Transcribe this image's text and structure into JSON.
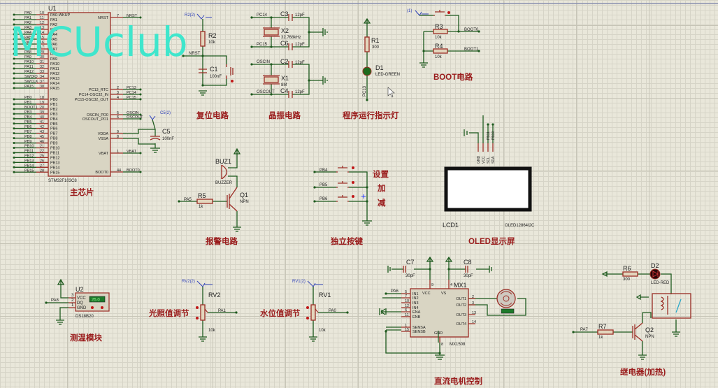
{
  "watermark": "MCUclub",
  "colors": {
    "wire": "#1e5a1e",
    "component": "#9c2e26",
    "title": "#9a1c1c",
    "watermark": "#3fe6cc",
    "background": "#e9e7da"
  },
  "mcu": {
    "ref": "U1",
    "part": "STM32F103C8",
    "title": "主芯片",
    "left_pins": [
      {
        "net": "PA0",
        "num": "10",
        "name": "PA0-WKUP"
      },
      {
        "net": "PA1",
        "num": "11",
        "name": "PA1"
      },
      {
        "net": "PA2",
        "num": "12",
        "name": "PA2"
      },
      {
        "net": "PA3",
        "num": "13",
        "name": "PA3"
      },
      {
        "net": "PA4",
        "num": "14",
        "name": "PA4"
      },
      {
        "net": "PA5",
        "num": "15",
        "name": "PA5"
      },
      {
        "net": "PA6",
        "num": "16",
        "name": "PA6"
      },
      {
        "net": "PA7",
        "num": "17",
        "name": "PA7"
      },
      {
        "net": "PA8",
        "num": "29",
        "name": "PA8"
      },
      {
        "net": "PA9",
        "num": "30",
        "name": "PA9"
      },
      {
        "net": "PA10",
        "num": "31",
        "name": "PA10"
      },
      {
        "net": "PA11",
        "num": "32",
        "name": "PA11"
      },
      {
        "net": "PA12",
        "num": "33",
        "name": "PA12"
      },
      {
        "net": "SWDIO",
        "num": "34",
        "name": "PA13"
      },
      {
        "net": "SWCLK",
        "num": "37",
        "name": "PA14"
      },
      {
        "net": "PA15",
        "num": "38",
        "name": "PA15"
      },
      {
        "net": "PB0",
        "num": "18",
        "name": "PB0"
      },
      {
        "net": "PB1",
        "num": "19",
        "name": "PB1"
      },
      {
        "net": "BOOT1",
        "num": "20",
        "name": "PB2"
      },
      {
        "net": "PB3",
        "num": "39",
        "name": "PB3"
      },
      {
        "net": "PB4",
        "num": "40",
        "name": "PB4"
      },
      {
        "net": "PB5",
        "num": "41",
        "name": "PB5"
      },
      {
        "net": "PB6",
        "num": "42",
        "name": "PB6"
      },
      {
        "net": "PB7",
        "num": "43",
        "name": "PB7"
      },
      {
        "net": "PB8",
        "num": "45",
        "name": "PB8"
      },
      {
        "net": "PB9",
        "num": "46",
        "name": "PB9"
      },
      {
        "net": "PB10",
        "num": "21",
        "name": "PB10"
      },
      {
        "net": "PB11",
        "num": "22",
        "name": "PB11"
      },
      {
        "net": "PB12",
        "num": "25",
        "name": "PB12"
      },
      {
        "net": "PB13",
        "num": "26",
        "name": "PB13"
      },
      {
        "net": "PB14",
        "num": "27",
        "name": "PB14"
      },
      {
        "net": "PB15",
        "num": "28",
        "name": "PB15"
      }
    ],
    "right_pins": [
      {
        "net": "NRST",
        "num": "7",
        "name": "NRST"
      },
      {
        "net": "PC13",
        "num": "2",
        "name": "PC13_RTC"
      },
      {
        "net": "PC14",
        "num": "3",
        "name": "PC14-OSC32_IN"
      },
      {
        "net": "PC15",
        "num": "4",
        "name": "PC15-OSC32_OUT"
      },
      {
        "net": "OSCIN",
        "num": "5",
        "name": "OSCIN_PD0"
      },
      {
        "net": "OSCOUT",
        "num": "6",
        "name": "OSCOUT_PD1"
      },
      {
        "net": "",
        "num": "9",
        "name": "VDDA"
      },
      {
        "net": "",
        "num": "8",
        "name": "VSSA"
      },
      {
        "net": "VBAT",
        "num": "1",
        "name": "VBAT"
      },
      {
        "net": "BOOT0",
        "num": "44",
        "name": "BOOT0"
      }
    ],
    "c5": {
      "ref": "C5",
      "value": "100nF",
      "probe": "C5(2)"
    }
  },
  "reset": {
    "title": "复位电路",
    "probe": "R2(2)",
    "r_ref": "R2",
    "r_val": "10k",
    "net": "NRST",
    "c_ref": "C1",
    "c_val": "100nF"
  },
  "crystal": {
    "title": "晶振电路",
    "nets": [
      "PC14",
      "PC15",
      "OSCIN",
      "OSCOUT"
    ],
    "caps": [
      {
        "ref": "C3",
        "val": "12pF"
      },
      {
        "ref": "C6",
        "val": "12pF"
      },
      {
        "ref": "C2",
        "val": "12pF"
      },
      {
        "ref": "C4",
        "val": "12pF"
      }
    ],
    "x2": {
      "ref": "X2",
      "val": "32.768kHz"
    },
    "x1": {
      "ref": "X1",
      "val": "8M"
    }
  },
  "led": {
    "title": "程序运行指示灯",
    "r_ref": "R1",
    "r_val": "300",
    "d_ref": "D1",
    "d_val": "LED-GREEN",
    "net": "PC13"
  },
  "boot": {
    "title": "BOOT电路",
    "probe": "(1)",
    "r3": {
      "ref": "R3",
      "val": "10k"
    },
    "r4": {
      "ref": "R4",
      "val": "10k"
    },
    "net0": "BOOT0",
    "net1": "BOOT1"
  },
  "alarm": {
    "title": "报警电路",
    "buz_ref": "BUZ1",
    "buz_val": "BUZZER",
    "r_ref": "R5",
    "r_val": "1k",
    "net": "PA5",
    "q_ref": "Q1",
    "q_val": "NPN"
  },
  "keys": {
    "title": "独立按键",
    "nets": [
      "PB4",
      "PB5",
      "PB6"
    ],
    "labels": [
      "设置",
      "加",
      "减"
    ]
  },
  "oled": {
    "title": "OLED显示屏",
    "ref": "LCD1",
    "part": "OLED12864I2C",
    "pins": [
      "GND",
      "VCC",
      "SCL",
      "SDA"
    ],
    "pin_nets": [
      "PB11",
      "PB10"
    ]
  },
  "temp": {
    "title": "测温模块",
    "ref": "U2",
    "part": "DS18B20",
    "net": "PA8",
    "pins": [
      {
        "num": "3",
        "name": "VCC"
      },
      {
        "num": "2",
        "name": "DQ"
      },
      {
        "num": "1",
        "name": "GND"
      }
    ],
    "display": "25.0"
  },
  "light": {
    "title": "光照值调节",
    "probe": "RV2(2)",
    "ref": "RV2",
    "val": "10k",
    "net": "PA1"
  },
  "water": {
    "title": "水位值调节",
    "probe": "RV1(2)",
    "ref": "RV1",
    "val": "10k",
    "net": "PA0"
  },
  "motor": {
    "title": "直流电机控制",
    "ref": "MX1",
    "part": "MX1508",
    "net": "PA6",
    "c7": {
      "ref": "C7",
      "val": "30pF"
    },
    "c8": {
      "ref": "C8",
      "val": "30pF"
    },
    "left_pins": [
      {
        "num": "5",
        "name": "IN1"
      },
      {
        "num": "7",
        "name": "IN2"
      },
      {
        "num": "10",
        "name": "IN3"
      },
      {
        "num": "12",
        "name": "IN4"
      },
      {
        "num": "6",
        "name": "ENA"
      },
      {
        "num": "11",
        "name": "ENB"
      },
      {
        "num": "1",
        "name": "SENSA"
      },
      {
        "num": "15",
        "name": "SENSB"
      }
    ],
    "right_pins": [
      {
        "num": "2",
        "name": "OUT1"
      },
      {
        "num": "3",
        "name": "OUT2"
      },
      {
        "num": "13",
        "name": "OUT3"
      },
      {
        "num": "14",
        "name": "OUT4"
      }
    ],
    "top_pins": [
      {
        "num": "9",
        "name": "VCC"
      },
      {
        "num": "4",
        "name": "VS"
      }
    ],
    "gnd_pin": {
      "num": "8",
      "name": "GND"
    }
  },
  "relay": {
    "title": "继电器(加热)",
    "r6": {
      "ref": "R6",
      "val": "300"
    },
    "d2": {
      "ref": "D2",
      "val": "LED-RED"
    },
    "r7": {
      "ref": "R7",
      "val": "1k"
    },
    "q2": {
      "ref": "Q2",
      "val": "NPN"
    },
    "net": "PA7"
  }
}
